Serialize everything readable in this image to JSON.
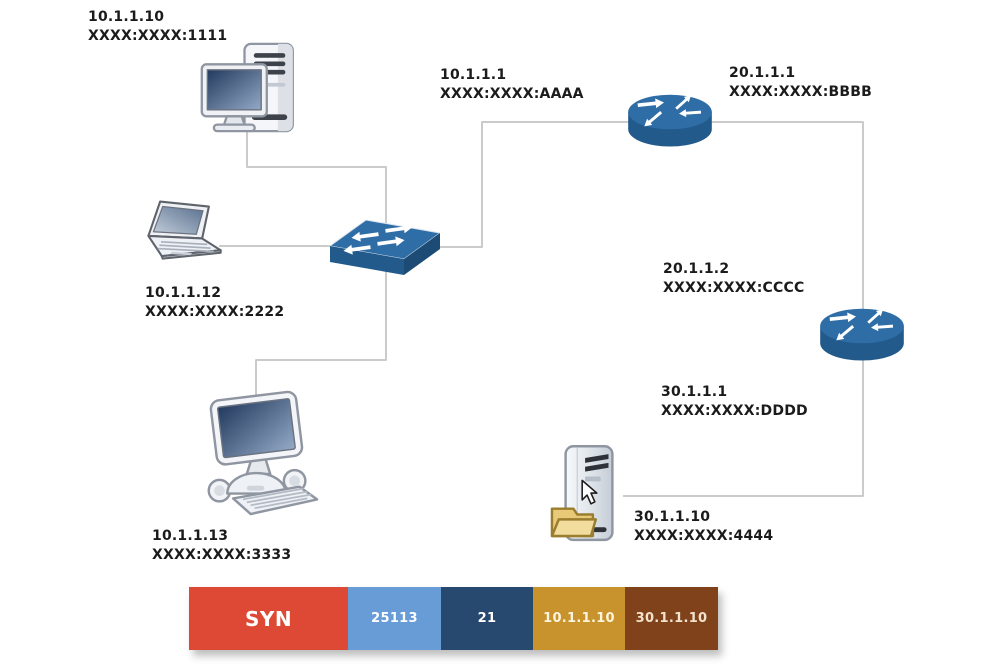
{
  "diagram": {
    "colors": {
      "device_blue_top": "#2e6da5",
      "device_blue_front": "#235a8c",
      "device_blue_side": "#1c4b75",
      "wire": "#cbcbcb",
      "label_text": "#1b1b1b"
    },
    "nodes": [
      {
        "id": "pc1",
        "icon": "desktop-computer-icon",
        "ipv4": "10.1.1.10",
        "ipv6": "XXXX:XXXX:1111"
      },
      {
        "id": "laptop1",
        "icon": "laptop-icon",
        "ipv4": "10.1.1.12",
        "ipv6": "XXXX:XXXX:2222"
      },
      {
        "id": "pc3",
        "icon": "desktop-computer-icon",
        "ipv4": "10.1.1.13",
        "ipv6": "XXXX:XXXX:3333"
      },
      {
        "id": "switch1",
        "icon": "switch-icon"
      },
      {
        "id": "router1",
        "icon": "router-icon"
      },
      {
        "id": "router2",
        "icon": "router-icon"
      },
      {
        "id": "server1",
        "icon": "server-icon",
        "ipv4": "30.1.1.10",
        "ipv6": "XXXX:XXXX:4444"
      }
    ],
    "interfaces": [
      {
        "id": "router1-lan",
        "ipv4": "10.1.1.1",
        "ipv6": "XXXX:XXXX:AAAA"
      },
      {
        "id": "router1-wan",
        "ipv4": "20.1.1.1",
        "ipv6": "XXXX:XXXX:BBBB"
      },
      {
        "id": "router2-wan",
        "ipv4": "20.1.1.2",
        "ipv6": "XXXX:XXXX:CCCC"
      },
      {
        "id": "router2-lan",
        "ipv4": "30.1.1.1",
        "ipv6": "XXXX:XXXX:DDDD"
      }
    ]
  },
  "packet": {
    "segments": [
      {
        "label": "SYN",
        "color": "#de4936",
        "text_color": "#ffffff"
      },
      {
        "label": "25113",
        "color": "#679cd6",
        "text_color": "#ffffff"
      },
      {
        "label": "21",
        "color": "#27496f",
        "text_color": "#ffffff"
      },
      {
        "label": "10.1.1.10",
        "color": "#c8932c",
        "text_color": "#fdf4dd"
      },
      {
        "label": "30.1.1.10",
        "color": "#7f421a",
        "text_color": "#f3e2ce"
      }
    ]
  }
}
